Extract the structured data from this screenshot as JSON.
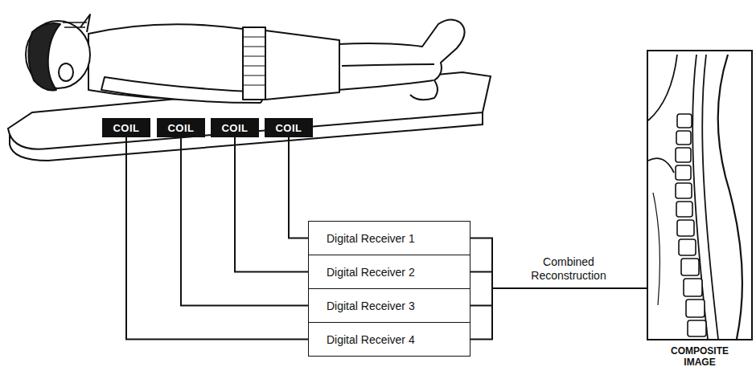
{
  "diagram": {
    "nodes": [
      {
        "text": [
          "COIL"
        ]
      },
      {
        "text": [
          "COIL"
        ]
      },
      {
        "text": [
          "COIL"
        ]
      },
      {
        "text": [
          "COIL"
        ]
      },
      {
        "text": [
          "Digital Receiver 1"
        ]
      },
      {
        "text": [
          "Digital Receiver 2"
        ]
      },
      {
        "text": [
          "Digital Receiver 3"
        ]
      },
      {
        "text": [
          "Digital Receiver 4"
        ]
      },
      {
        "text": [
          "COMPOSITE IMAGE"
        ]
      }
    ],
    "edges": [
      {
        "from": 3,
        "to": 4,
        "arrow": "none"
      },
      {
        "from": 2,
        "to": 5,
        "arrow": "none"
      },
      {
        "from": 1,
        "to": 6,
        "arrow": "none"
      },
      {
        "from": 0,
        "to": 7,
        "arrow": "none"
      },
      {
        "from": 4,
        "to": 8,
        "arrow": "none"
      },
      {
        "from": 5,
        "to": 8,
        "arrow": "none"
      },
      {
        "from": 6,
        "to": 8,
        "arrow": "none"
      },
      {
        "from": 7,
        "to": 8,
        "arrow": "none"
      }
    ],
    "labels": [
      "Combined Reconstruction"
    ]
  }
}
